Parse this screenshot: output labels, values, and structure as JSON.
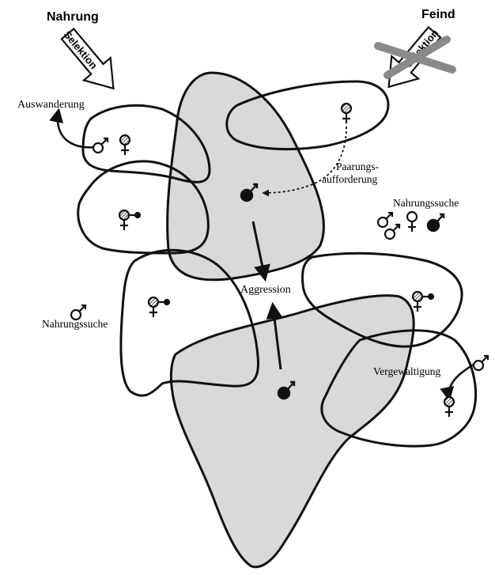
{
  "labels": {
    "nahrung": "Nahrung",
    "feind": "Feind",
    "selektion_left": "Selektion",
    "selektion_right": "Selektion",
    "auswanderung": "Auswanderung",
    "paarungs_line1": "Paarungs-",
    "paarungs_line2": "aufforderung",
    "nahrungssuche_right": "Nahrungssuche",
    "aggression": "Aggression",
    "nahrungssuche_left": "Nahrungssuche",
    "vergewaltigung": "Vergewaltigung"
  },
  "symbols": {
    "male": "♂",
    "female": "♀"
  },
  "colors": {
    "territory_fill": "#d9d9d9",
    "stroke": "#111111",
    "cross": "#8a8a8a"
  }
}
